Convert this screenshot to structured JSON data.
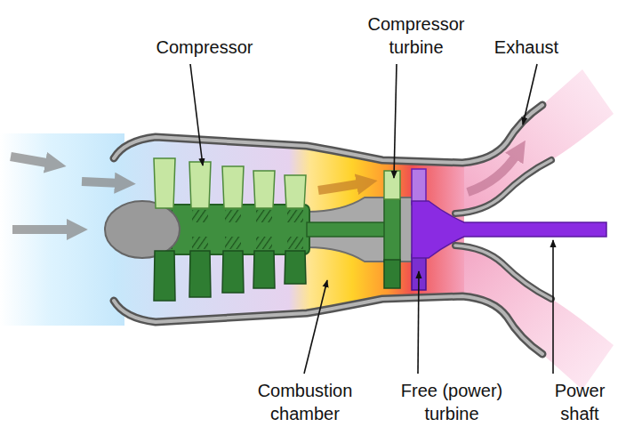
{
  "diagram": {
    "labels": [
      "Compressor",
      "Compressor turbine",
      "Exhaust",
      "Combustion chamber",
      "Free (power) turbine",
      "Power shaft"
    ]
  }
}
